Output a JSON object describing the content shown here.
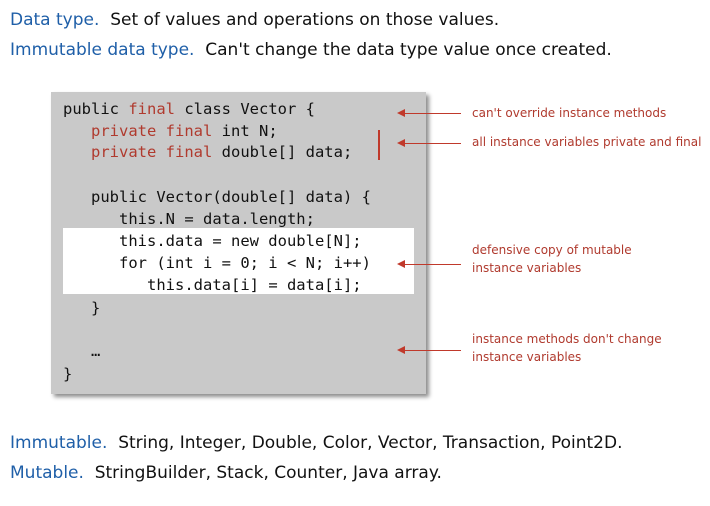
{
  "definitions": {
    "data_type": {
      "term": "Data type.",
      "text": "Set of values and operations on those values."
    },
    "immutable_data_type": {
      "term": "Immutable data type.",
      "text": "Can't change the data type value once created."
    }
  },
  "code": {
    "line1": {
      "a": "public ",
      "kw": "final",
      "b": " class Vector {"
    },
    "line2": {
      "kw": "private final",
      "b": " int N;"
    },
    "line3": {
      "kw": "private final",
      "b": " double[] data;"
    },
    "line4": "public Vector(double[] data) {",
    "line5": "this.N = data.length;",
    "line6": "this.data = new double[N];",
    "line7": "for (int i = 0; i < N; i++)",
    "line8": "this.data[i] = data[i];",
    "line9": "}",
    "line10": "…",
    "line11": "}"
  },
  "annotations": {
    "override": "can't override instance methods",
    "private_final": "all instance variables private and final",
    "defensive_1": "defensive copy of mutable",
    "defensive_2": "instance variables",
    "methods_1": "instance methods don't change",
    "methods_2": "instance variables"
  },
  "examples": {
    "immutable": {
      "term": "Immutable.",
      "text": "String, Integer, Double, Color, Vector, Transaction, Point2D."
    },
    "mutable": {
      "term": "Mutable.",
      "text": "StringBuilder, Stack, Counter, Java array."
    }
  },
  "colors": {
    "term": "#1f5fa8",
    "keyword": "#b03a2e",
    "annotation": "#c0392b",
    "code_bg": "#c9c9c9"
  }
}
